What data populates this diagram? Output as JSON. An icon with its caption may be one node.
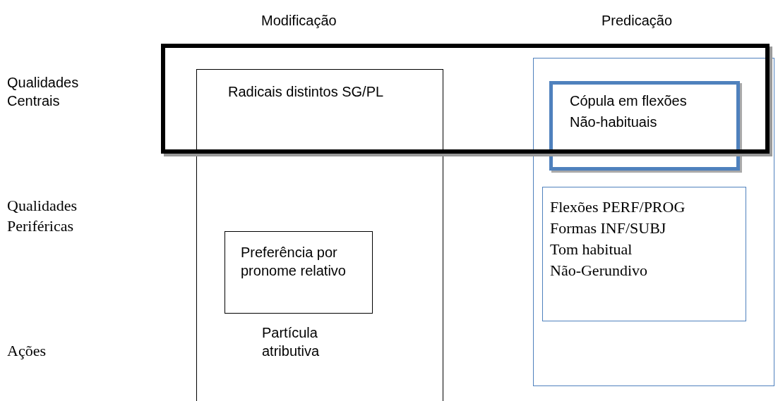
{
  "diagram": {
    "nodes": [
      {
        "text": [
          "Radicais distintos SG/PL",
          "Partícula atributiva"
        ]
      },
      {
        "text": [
          "Preferência por pronome relativo"
        ],
        "in": 0
      },
      {
        "text": [],
        "shape": "box"
      },
      {
        "text": [
          "Cópula em flexões",
          "Não-habituais"
        ],
        "in": 2
      },
      {
        "text": [
          "Flexões PERF/PROG",
          "Formas INF/SUBJ",
          "Tom habitual",
          "Não-Gerundivo"
        ],
        "in": 2
      }
    ],
    "edges": [],
    "labels": [
      "Modificação",
      "Predicação",
      "Qualidades Centrais",
      "Qualidades Periféricas",
      "Ações"
    ]
  }
}
